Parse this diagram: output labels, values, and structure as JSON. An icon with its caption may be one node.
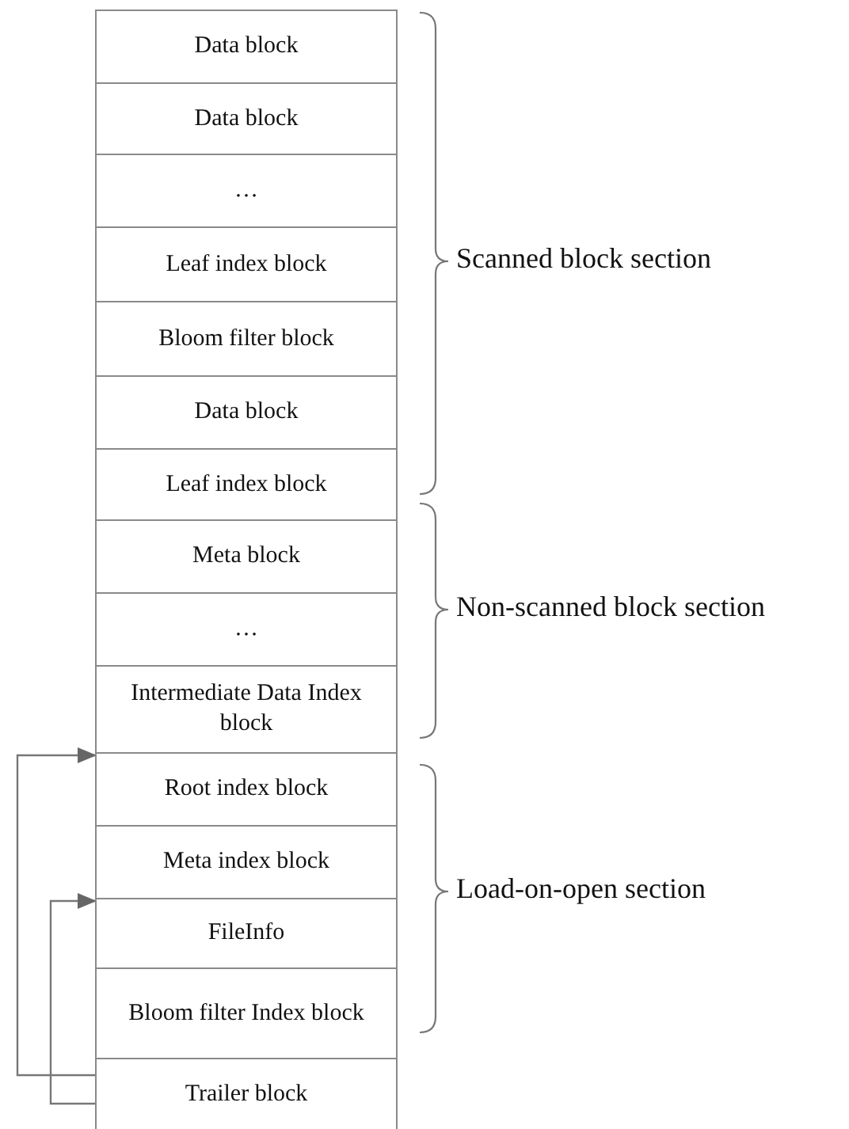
{
  "diagram": {
    "nodes": [
      {
        "text": [
          "Data block"
        ]
      },
      {
        "text": [
          "Data block"
        ]
      },
      {
        "text": [
          "…"
        ]
      },
      {
        "text": [
          "Leaf index block"
        ]
      },
      {
        "text": [
          "Bloom filter block"
        ]
      },
      {
        "text": [
          "Data block"
        ]
      },
      {
        "text": [
          "Leaf index block"
        ]
      },
      {
        "text": [
          "Meta block"
        ]
      },
      {
        "text": [
          "…"
        ]
      },
      {
        "text": [
          "Intermediate Data Index block"
        ]
      },
      {
        "text": [
          "Root index block"
        ]
      },
      {
        "text": [
          "Meta index block"
        ]
      },
      {
        "text": [
          "FileInfo"
        ]
      },
      {
        "text": [
          "Bloom filter Index block"
        ]
      },
      {
        "text": [
          "Trailer block"
        ]
      }
    ],
    "edges": [
      {
        "from": 14,
        "to": 10,
        "arrow": "to"
      },
      {
        "from": 14,
        "to": 12,
        "arrow": "to"
      }
    ],
    "labels": [
      "Scanned block section",
      "Non-scanned block section",
      "Load-on-open section"
    ]
  }
}
